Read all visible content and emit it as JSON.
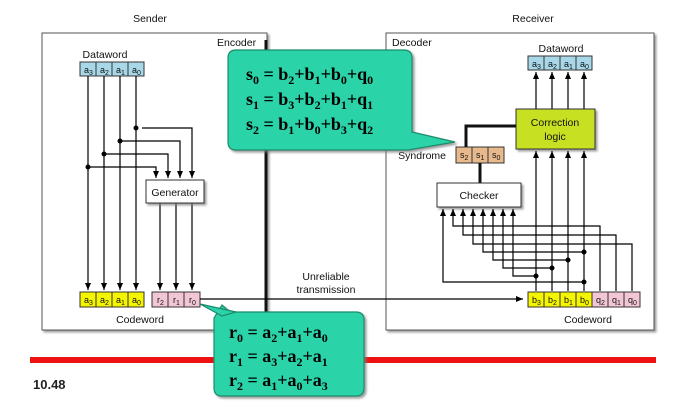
{
  "sender": {
    "title": "Sender",
    "encoder_label": "Encoder",
    "dataword_label": "Dataword",
    "dataword_cells": [
      "a3",
      "a2",
      "a1",
      "a0"
    ],
    "generator_label": "Generator",
    "codeword_cells": [
      "a3",
      "a2",
      "a1",
      "a0",
      "r2",
      "r1",
      "r0"
    ],
    "codeword_label": "Codeword"
  },
  "receiver": {
    "title": "Receiver",
    "decoder_label": "Decoder",
    "dataword_label": "Dataword",
    "dataword_cells": [
      "a3",
      "a2",
      "a1",
      "a0"
    ],
    "correction_label_1": "Correction",
    "correction_label_2": "logic",
    "syndrome_label": "Syndrome",
    "syndrome_cells": [
      "s2",
      "s1",
      "s0"
    ],
    "checker_label": "Checker",
    "codeword_cells": [
      "b3",
      "b2",
      "b1",
      "b0",
      "q2",
      "q1",
      "q0"
    ],
    "codeword_label": "Codeword"
  },
  "channel": {
    "label_line1": "Unreliable",
    "label_line2": "transmission"
  },
  "syndrome_equations": [
    {
      "lhs": "s0",
      "rhs": "b2+b1+b0+q0"
    },
    {
      "lhs": "s1",
      "rhs": "b3+b2+b1+q1"
    },
    {
      "lhs": "s2",
      "rhs": "b1+b0+b3+q2"
    }
  ],
  "parity_equations": [
    {
      "lhs": "r0",
      "rhs": "a2+a1+a0"
    },
    {
      "lhs": "r1",
      "rhs": "a3+a2+a1"
    },
    {
      "lhs": "r2",
      "rhs": "a1+a0+a3"
    }
  ],
  "figure_number": "10.48",
  "colors": {
    "data_cell": "#a8d8e8",
    "codeword_data": "#f5f500",
    "codeword_parity": "#f3c6d6",
    "syndrome_cell": "#e8b98c",
    "correction": "#c8e020",
    "callout": "#2ad3a8",
    "rule": "#ee1111"
  }
}
